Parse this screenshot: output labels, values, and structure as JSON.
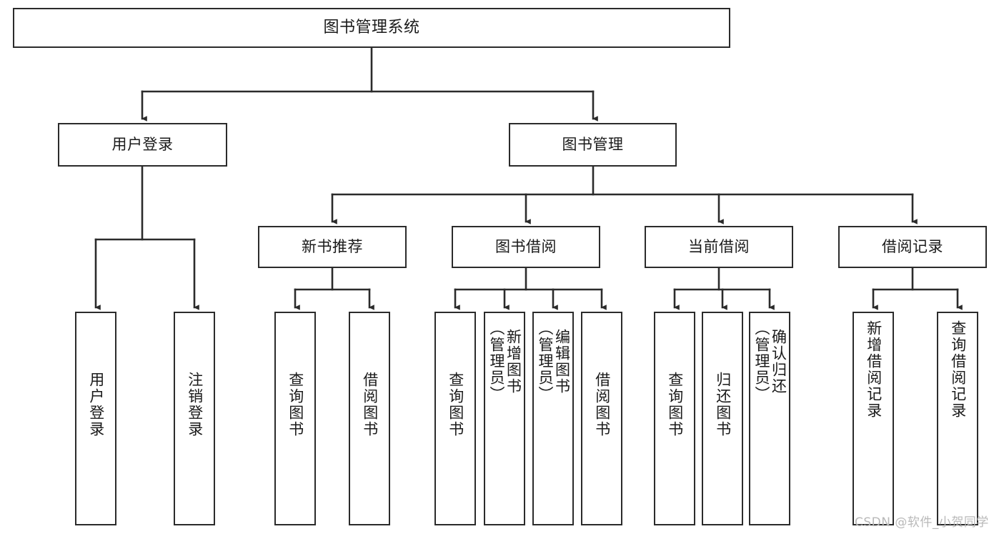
{
  "diagram": {
    "type": "tree-hierarchy-chart",
    "title": "图书管理系统",
    "stroke_color": "#2b2b2b",
    "fill_color": "#ffffff",
    "watermark": "CSDN @软件_小贺同学"
  },
  "root": {
    "label": "图书管理系统"
  },
  "level2": [
    {
      "label": "用户登录"
    },
    {
      "label": "图书管理"
    }
  ],
  "level3": [
    {
      "label": "新书推荐"
    },
    {
      "label": "图书借阅"
    },
    {
      "label": "当前借阅"
    },
    {
      "label": "借阅记录"
    }
  ],
  "leaves": {
    "user_login": [
      {
        "label": "用户登录"
      },
      {
        "label": "注销登录"
      }
    ],
    "new_book_recommend": [
      {
        "label": "查询图书"
      },
      {
        "label": "借阅图书"
      }
    ],
    "book_borrow": [
      {
        "label": "查询图书"
      },
      {
        "label": "新增图书\n（管理员）"
      },
      {
        "label": "编辑图书\n（管理员）"
      },
      {
        "label": "借阅图书"
      }
    ],
    "current_borrow": [
      {
        "label": "查询图书"
      },
      {
        "label": "归还图书"
      },
      {
        "label": "确认归还\n（管理员）"
      }
    ],
    "borrow_record": [
      {
        "label": "新增借阅记录"
      },
      {
        "label": "查询借阅记录"
      }
    ]
  }
}
